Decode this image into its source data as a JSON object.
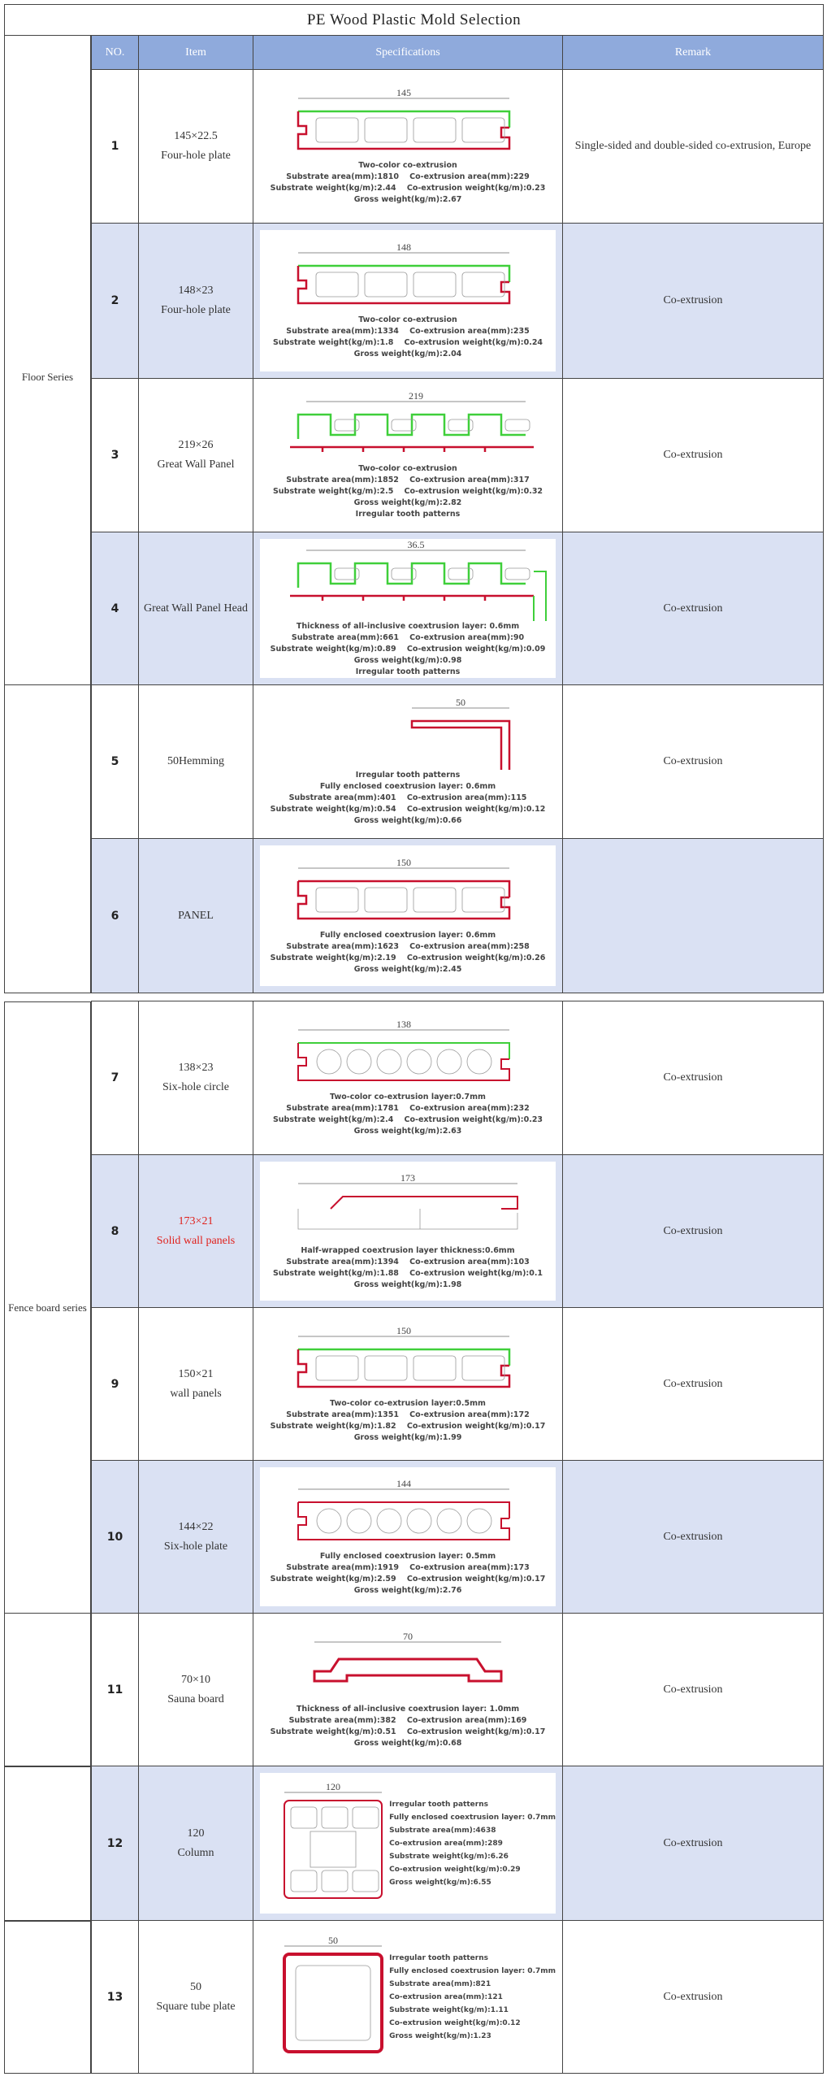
{
  "title": "PE Wood Plastic Mold Selection",
  "headers": {
    "no": "NO.",
    "item": "Item",
    "spec": "Specifications",
    "remark": "Remark"
  },
  "groups": [
    {
      "label": "Floor Series"
    },
    {
      "label": ""
    },
    {
      "label": "Fence board series"
    },
    {
      "label": ""
    },
    {
      "label": ""
    },
    {
      "label": ""
    }
  ],
  "colors": {
    "header": "#8faadc",
    "row_alt": "#dae1f3",
    "coex_green": "#3fcf3a",
    "coex_red": "#c8102e",
    "highlight_text": "#e0201b"
  },
  "rows": [
    {
      "no": "1",
      "size": "145×22.5",
      "name": "Four-hole plate",
      "remark": "Single-sided and double-sided co-extrusion, Europe",
      "drawing": "plank",
      "dim": "145",
      "lines": [
        "Two-color co-extrusion",
        "Substrate area(mm):1810    Co-extrusion area(mm):229",
        "Substrate weight(kg/m):2.44    Co-extrusion weight(kg/m):0.23",
        "Gross weight(kg/m):2.67"
      ]
    },
    {
      "no": "2",
      "size": "148×23",
      "name": "Four-hole plate",
      "remark": "Co-extrusion",
      "drawing": "plank",
      "dim": "148",
      "lines": [
        "Two-color co-extrusion",
        "Substrate area(mm):1334    Co-extrusion area(mm):235",
        "Substrate weight(kg/m):1.8    Co-extrusion weight(kg/m):0.24",
        "Gross weight(kg/m):2.04"
      ]
    },
    {
      "no": "3",
      "size": "219×26",
      "name": "Great Wall Panel",
      "remark": "Co-extrusion",
      "drawing": "wall",
      "dim": "219",
      "lines": [
        "Two-color co-extrusion",
        "Substrate area(mm):1852    Co-extrusion area(mm):317",
        "Substrate weight(kg/m):2.5    Co-extrusion weight(kg/m):0.32",
        "Gross weight(kg/m):2.82",
        "Irregular tooth patterns"
      ]
    },
    {
      "no": "4",
      "size": "",
      "name": "Great Wall Panel Head",
      "remark": "Co-extrusion",
      "drawing": "wallhead",
      "dim": "36.5",
      "lines": [
        "Thickness of all-inclusive coextrusion layer: 0.6mm",
        "Substrate area(mm):661    Co-extrusion area(mm):90",
        "Substrate weight(kg/m):0.89    Co-extrusion weight(kg/m):0.09",
        "Gross weight(kg/m):0.98",
        "Irregular tooth patterns"
      ]
    },
    {
      "no": "5",
      "size": "",
      "name": "50Hemming",
      "remark": "Co-extrusion",
      "drawing": "angle",
      "dim": "50",
      "lines": [
        "Irregular tooth patterns",
        "Fully enclosed coextrusion layer: 0.6mm",
        "Substrate area(mm):401    Co-extrusion area(mm):115",
        "Substrate weight(kg/m):0.54    Co-extrusion weight(kg/m):0.12",
        "Gross weight(kg/m):0.66"
      ]
    },
    {
      "no": "6",
      "size": "",
      "name": "PANEL",
      "remark": "",
      "drawing": "panel",
      "dim": "150",
      "lines": [
        "Fully enclosed coextrusion layer: 0.6mm",
        "Substrate area(mm):1623    Co-extrusion area(mm):258",
        "Substrate weight(kg/m):2.19    Co-extrusion weight(kg/m):0.26",
        "Gross weight(kg/m):2.45"
      ]
    },
    {
      "no": "7",
      "size": "138×23",
      "name": "Six-hole circle",
      "remark": "Co-extrusion",
      "drawing": "circles",
      "dim": "138",
      "lines": [
        "Two-color co-extrusion layer:0.7mm",
        "Substrate area(mm):1781    Co-extrusion area(mm):232",
        "Substrate weight(kg/m):2.4    Co-extrusion weight(kg/m):0.23",
        "Gross weight(kg/m):2.63"
      ]
    },
    {
      "no": "8",
      "size": "173×21",
      "name": "Solid wall panels",
      "remark": "Co-extrusion",
      "drawing": "solid",
      "dim": "173",
      "red": true,
      "lines": [
        "Half-wrapped coextrusion layer thickness:0.6mm",
        "Substrate area(mm):1394    Co-extrusion area(mm):103",
        "Substrate weight(kg/m):1.88    Co-extrusion weight(kg/m):0.1",
        "Gross weight(kg/m):1.98"
      ]
    },
    {
      "no": "9",
      "size": "150×21",
      "name": "wall panels",
      "remark": "Co-extrusion",
      "drawing": "plank2",
      "dim": "150",
      "lines": [
        "Two-color co-extrusion layer:0.5mm",
        "Substrate area(mm):1351    Co-extrusion area(mm):172",
        "Substrate weight(kg/m):1.82    Co-extrusion weight(kg/m):0.17",
        "Gross weight(kg/m):1.99"
      ]
    },
    {
      "no": "10",
      "size": "144×22",
      "name": "Six-hole plate",
      "remark": "Co-extrusion",
      "drawing": "circles-red",
      "dim": "144",
      "lines": [
        "Fully enclosed coextrusion layer: 0.5mm",
        "Substrate area(mm):1919    Co-extrusion area(mm):173",
        "Substrate weight(kg/m):2.59    Co-extrusion weight(kg/m):0.17",
        "Gross weight(kg/m):2.76"
      ]
    },
    {
      "no": "11",
      "size": "70×10",
      "name": "Sauna board",
      "remark": "Co-extrusion",
      "drawing": "sauna",
      "dim": "70",
      "lines": [
        "Thickness of all-inclusive coextrusion layer: 1.0mm",
        "Substrate area(mm):382    Co-extrusion area(mm):169",
        "Substrate weight(kg/m):0.51    Co-extrusion weight(kg/m):0.17",
        "Gross weight(kg/m):0.68"
      ]
    },
    {
      "no": "12",
      "size": "120",
      "name": "Column",
      "remark": "Co-extrusion",
      "drawing": "column",
      "dim": "120",
      "side": true,
      "lines": [
        "Irregular tooth patterns",
        "Fully enclosed coextrusion layer: 0.7mm",
        "Substrate area(mm):4638",
        "Co-extrusion area(mm):289",
        "Substrate weight(kg/m):6.26",
        "Co-extrusion weight(kg/m):0.29",
        "Gross weight(kg/m):6.55"
      ]
    },
    {
      "no": "13",
      "size": "50",
      "name": "Square tube plate",
      "remark": "Co-extrusion",
      "drawing": "square",
      "dim": "50",
      "side": true,
      "lines": [
        "Irregular tooth patterns",
        "Fully enclosed coextrusion layer: 0.7mm",
        "Substrate area(mm):821",
        "Co-extrusion area(mm):121",
        "Substrate weight(kg/m):1.11",
        "Co-extrusion weight(kg/m):0.12",
        "Gross weight(kg/m):1.23"
      ]
    }
  ]
}
